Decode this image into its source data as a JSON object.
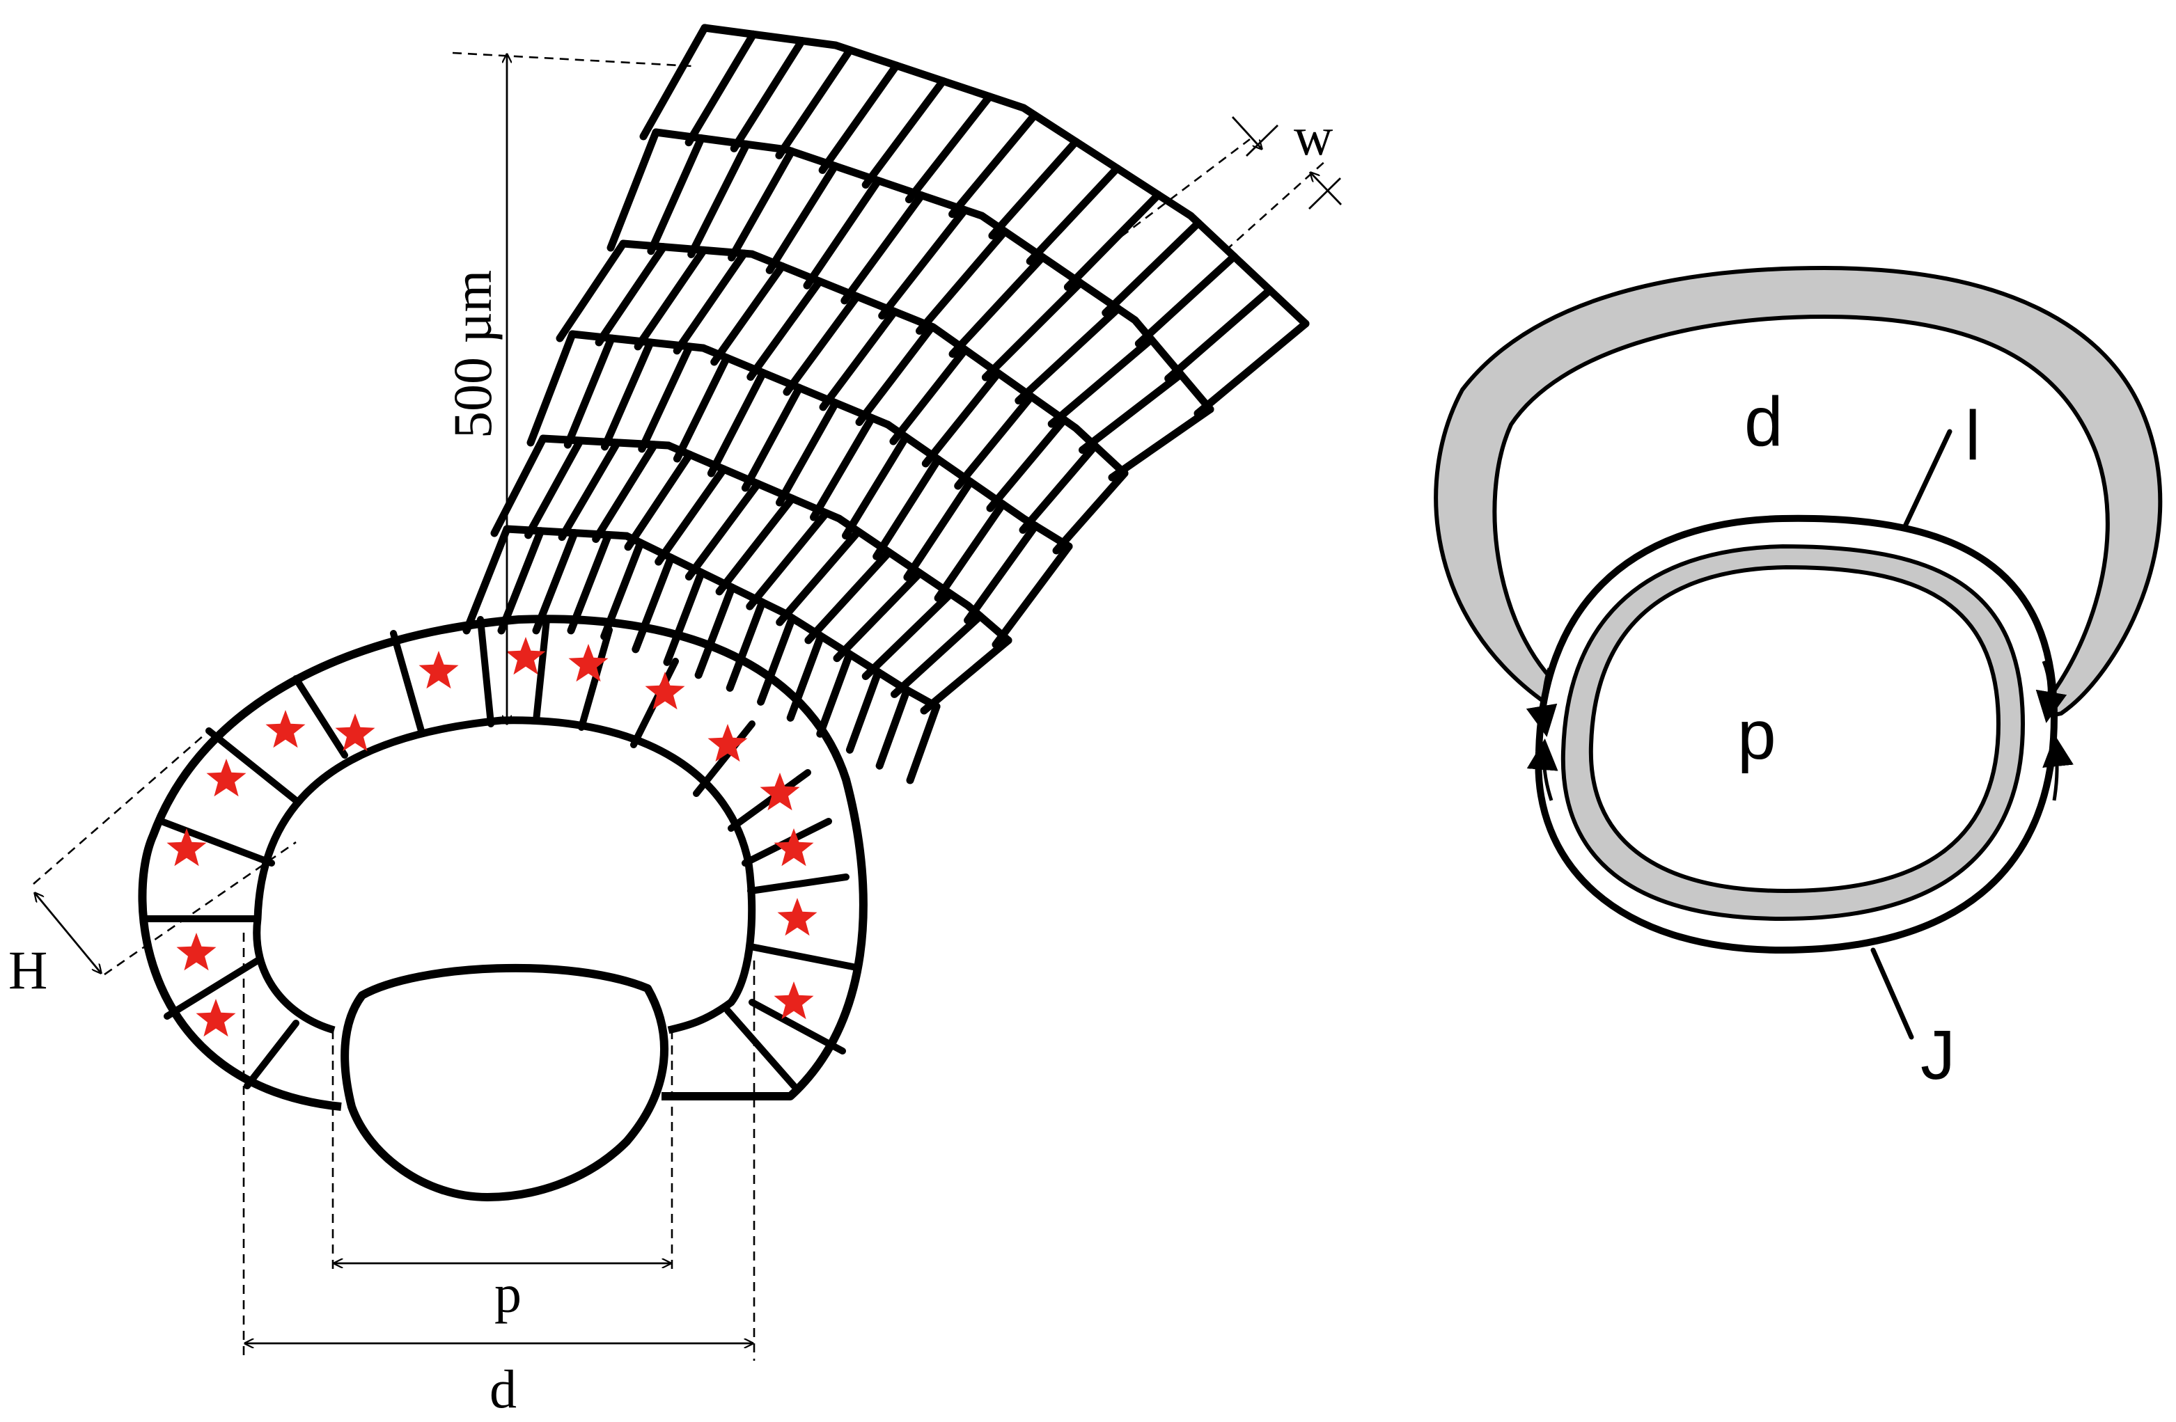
{
  "left_diagram": {
    "scale_label": "500 µm",
    "w_label": "w",
    "h_label": "H",
    "p_label": "p",
    "d_label": "d"
  },
  "right_diagram": {
    "d_label": "d",
    "p_label": "p",
    "l_label": "l",
    "j_label": "J"
  },
  "colors": {
    "stroke": "#000000",
    "star": "#e8231c",
    "band_fill": "#c8c8c8"
  }
}
